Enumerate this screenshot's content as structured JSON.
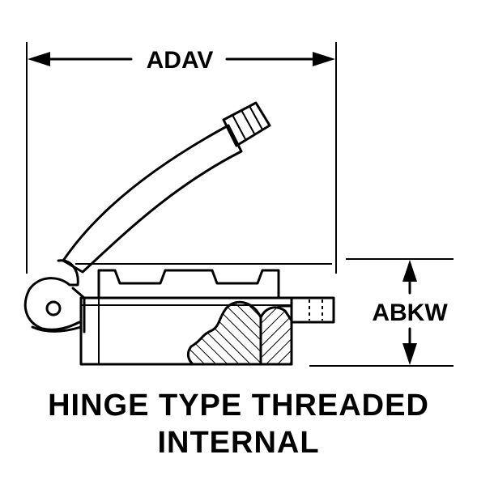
{
  "dimensions": {
    "width_label": "ADAV",
    "height_label": "ABKW"
  },
  "caption": {
    "line1": "HINGE TYPE THREADED",
    "line2": "INTERNAL"
  },
  "colors": {
    "ink": "#000000",
    "background": "#ffffff"
  }
}
